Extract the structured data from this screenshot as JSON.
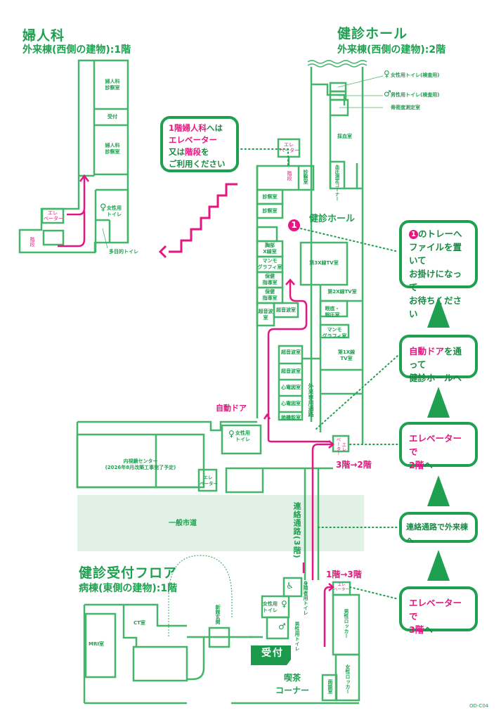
{
  "titles": {
    "gyn_title": "婦人科",
    "gyn_sub": "外来棟(西側の建物):1階",
    "hall_title": "健診ホール",
    "hall_sub": "外来棟(西側の建物):2階",
    "reception_title": "健診受付フロア",
    "reception_sub": "病棟(東側の建物):1階"
  },
  "gyn_floor": {
    "exam1": "婦人科\n診察室",
    "reception": "受付",
    "exam2": "婦人科\n診察室",
    "womens_toilet": "女性用\nトイレ",
    "elevator": "エレ\nベーター",
    "stairs": "階段",
    "multipurpose_toilet": "多目的トイレ"
  },
  "hall_floor": {
    "womens_toilet_exam": "女性用トイレ(検査用)",
    "mens_toilet_exam": "男性用トイレ(検査用)",
    "bone_density": "骨密度測定室",
    "blood_draw": "採血室",
    "bp_corner": "血圧測定コーナー",
    "elevator": "エレ\nベーター",
    "stairs": "階段",
    "exam_v": "診察室",
    "exam_a": "診察室",
    "exam_b": "診察室",
    "hall_label": "健診ホール",
    "chest_xray": "胸部\nX線室",
    "mammo1": "マンモ\nグラフィ室",
    "guidance1": "保健\n指導室",
    "guidance2": "保健\n指導室",
    "ultrasound1": "超音波\n室",
    "ultrasound2": "超音波室",
    "xray_tv3": "第3X線TV室",
    "xray_tv2": "第2X線TV室",
    "fundus": "眼底・\n眼圧室",
    "mammo2": "マンモ\nグラフィ室",
    "xray_tv1": "第1X線\nTV室",
    "us3": "超音波室",
    "us4": "超音波室",
    "ecg1": "心電図室",
    "ecg2": "心電図室",
    "lung": "肺機能室",
    "outpatient_corridor": "外来専用通路",
    "auto_door": "自動ドア",
    "womens_toilet": "女性用\nトイレ",
    "endoscopy": "内視鏡センター",
    "endoscopy_note": "(2026年8月改築工事完了予定)",
    "elevator2": "エレ\nベーター",
    "elevator3": "エレ\nベーター",
    "floor_change": "3階→2階",
    "tray_marker": "1"
  },
  "street": {
    "label": "一般市道",
    "bridge": "連絡通路(3階)"
  },
  "reception_floor": {
    "floor_change": "1階→3階",
    "mri": "MRI室",
    "ct": "CT室",
    "new_entrance": "新館玄関",
    "accessible_toilet": "身障者用トイレ",
    "womens_toilet": "女性用\nトイレ",
    "mens_toilet": "男性用トイレ",
    "reception": "受付",
    "cafe": "喫茶\nコーナー",
    "mens_locker": "男性ロッカー",
    "womens_locker": "女性ロッカー",
    "consult": "面談室",
    "elevator": "エレ\nベーター"
  },
  "callouts": {
    "gyn_access": {
      "l1_pink": "1階婦人科",
      "l1_green": "へは",
      "l2_pink": "エレベーター",
      "l3_a": "又は",
      "l3_pink": "階段",
      "l3_b": "を",
      "l4": "ご利用ください"
    },
    "tray": {
      "badge": "1",
      "l1": "のトレーへ",
      "l2": "ファイルを置いて",
      "l3": "お掛けになって",
      "l4": "お待ちください"
    },
    "auto_door": {
      "pink": "自動ドア",
      "l1": "を通って",
      "l2": "健診ホールへ"
    },
    "elevator_2f": {
      "l1": "エレベーターで",
      "l2_pink": "2階",
      "l2": "へ"
    },
    "bridge": {
      "l1": "連絡通路で外来棟へ"
    },
    "elevator_3f": {
      "l1": "エレベーターで",
      "l2_pink": "3階",
      "l2": "へ"
    }
  },
  "footer_code": "OD-C04",
  "colors": {
    "green": "#1fa050",
    "pink": "#e6157f",
    "street": "#e2f1e6"
  }
}
